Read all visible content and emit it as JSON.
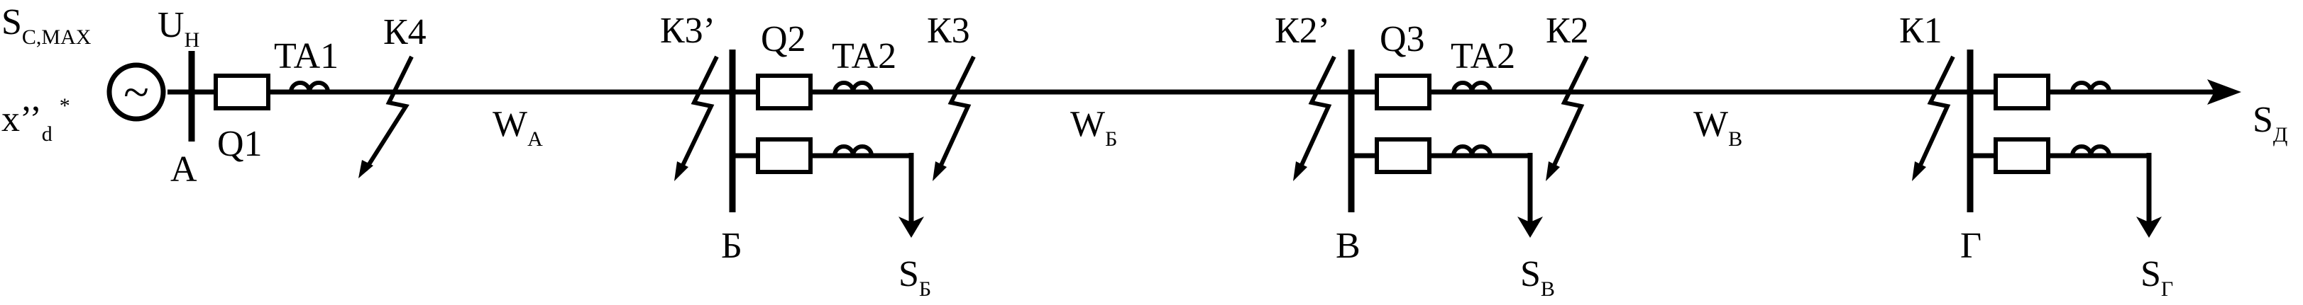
{
  "source": {
    "power": {
      "main": "S",
      "sub": "C,MAX"
    },
    "reactance": {
      "main": "x’’",
      "sub": "d",
      "sup": "*"
    },
    "voltage": {
      "main": "U",
      "sub": "Н"
    },
    "symbol": "~"
  },
  "buses": [
    {
      "id": "A",
      "label": "А"
    },
    {
      "id": "B",
      "label": "Б"
    },
    {
      "id": "V",
      "label": "В"
    },
    {
      "id": "G",
      "label": "Г"
    }
  ],
  "breakers": [
    {
      "id": "Q1",
      "label": "Q1"
    },
    {
      "id": "Q2",
      "label": "Q2"
    },
    {
      "id": "Q3",
      "label": "Q3"
    }
  ],
  "transformers": [
    {
      "id": "TA1",
      "label": "TA1"
    },
    {
      "id": "TA2a",
      "label": "TA2"
    },
    {
      "id": "TA2b",
      "label": "TA2"
    }
  ],
  "faults": [
    {
      "id": "K4",
      "label": "К4"
    },
    {
      "id": "K3p",
      "label": "К3’"
    },
    {
      "id": "K3",
      "label": "К3"
    },
    {
      "id": "K2p",
      "label": "К2’"
    },
    {
      "id": "K2",
      "label": "К2"
    },
    {
      "id": "K1",
      "label": "К1"
    }
  ],
  "lines": [
    {
      "id": "WA",
      "main": "W",
      "sub": "А"
    },
    {
      "id": "WB",
      "main": "W",
      "sub": "Б"
    },
    {
      "id": "WV",
      "main": "W",
      "sub": "В"
    }
  ],
  "loads": [
    {
      "id": "SB",
      "main": "S",
      "sub": "Б"
    },
    {
      "id": "SV",
      "main": "S",
      "sub": "В"
    },
    {
      "id": "SG",
      "main": "S",
      "sub": "Г"
    },
    {
      "id": "SD",
      "main": "S",
      "sub": "Д"
    }
  ]
}
